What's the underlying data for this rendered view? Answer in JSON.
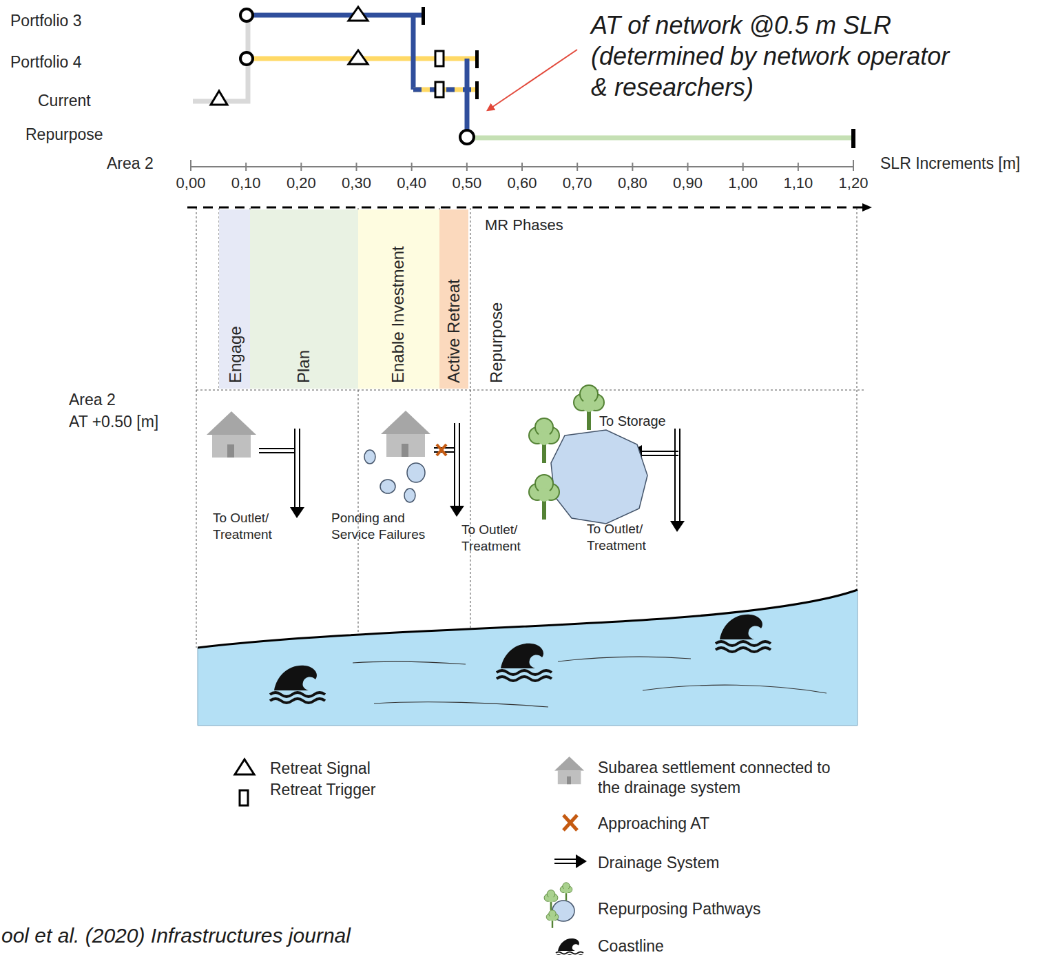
{
  "diagram": {
    "caption": "ool et al. (2020) Infrastructures journal",
    "nodes": [
      {
        "text": [
          "Engage"
        ]
      },
      {
        "text": [
          "Plan"
        ]
      },
      {
        "text": [
          "Enable Investment"
        ]
      },
      {
        "text": [
          "Active Retreat"
        ]
      },
      {
        "text": [
          "Repurpose"
        ]
      }
    ],
    "labels": [
      "Portfolio 3",
      "Portfolio 4",
      "Current",
      "Repurpose",
      "Area 2",
      "0,00",
      "0,10",
      "0,20",
      "0,30",
      "0,40",
      "0,50",
      "0,60",
      "0,70",
      "0,80",
      "0,90",
      "1,00",
      "1,10",
      "1,20",
      "SLR Increments [m]",
      "AT of network @0.5 m SLR (determined by network operator & researchers)",
      "MR Phases",
      "Area 2",
      "AT +0.50 [m]",
      "To Outlet/ Treatment",
      "Ponding and Service Failures",
      "To Outlet/ Treatment",
      "To Storage",
      "To Outlet/ Treatment"
    ],
    "legend": [
      {
        "text": "Retreat Signal"
      },
      {
        "text": "Retreat Trigger"
      },
      {
        "text": "Subarea settlement connected to the drainage system"
      },
      {
        "text": "Approaching AT"
      },
      {
        "text": "Drainage System"
      },
      {
        "text": "Repurposing Pathways"
      },
      {
        "text": "Coastline"
      }
    ]
  }
}
